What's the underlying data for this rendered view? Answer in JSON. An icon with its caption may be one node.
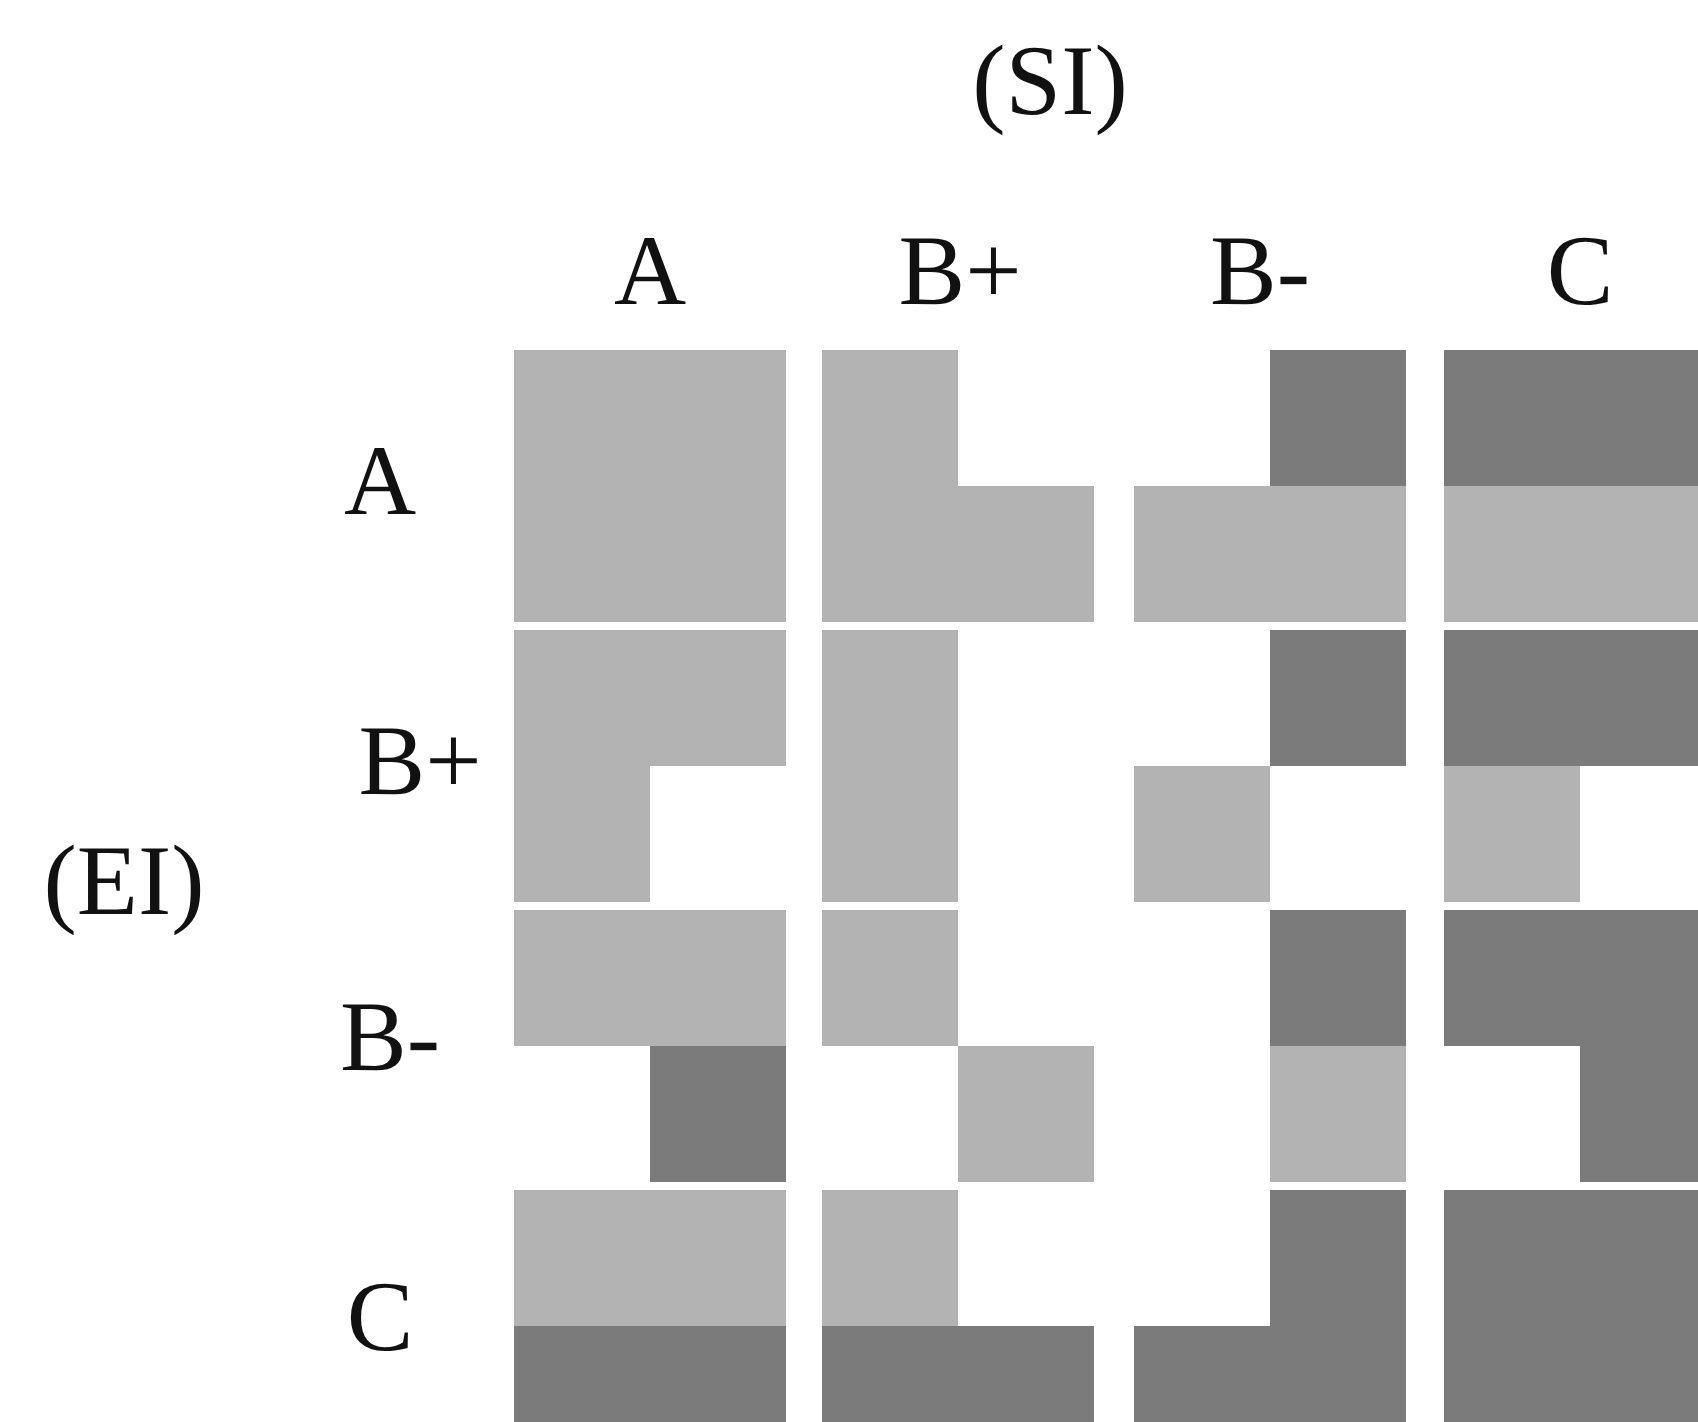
{
  "diagram": {
    "labels": [
      "(SI)",
      "A",
      "B+",
      "B-",
      "C",
      "(EI)",
      "A",
      "B+",
      "B-",
      "C"
    ]
  }
}
